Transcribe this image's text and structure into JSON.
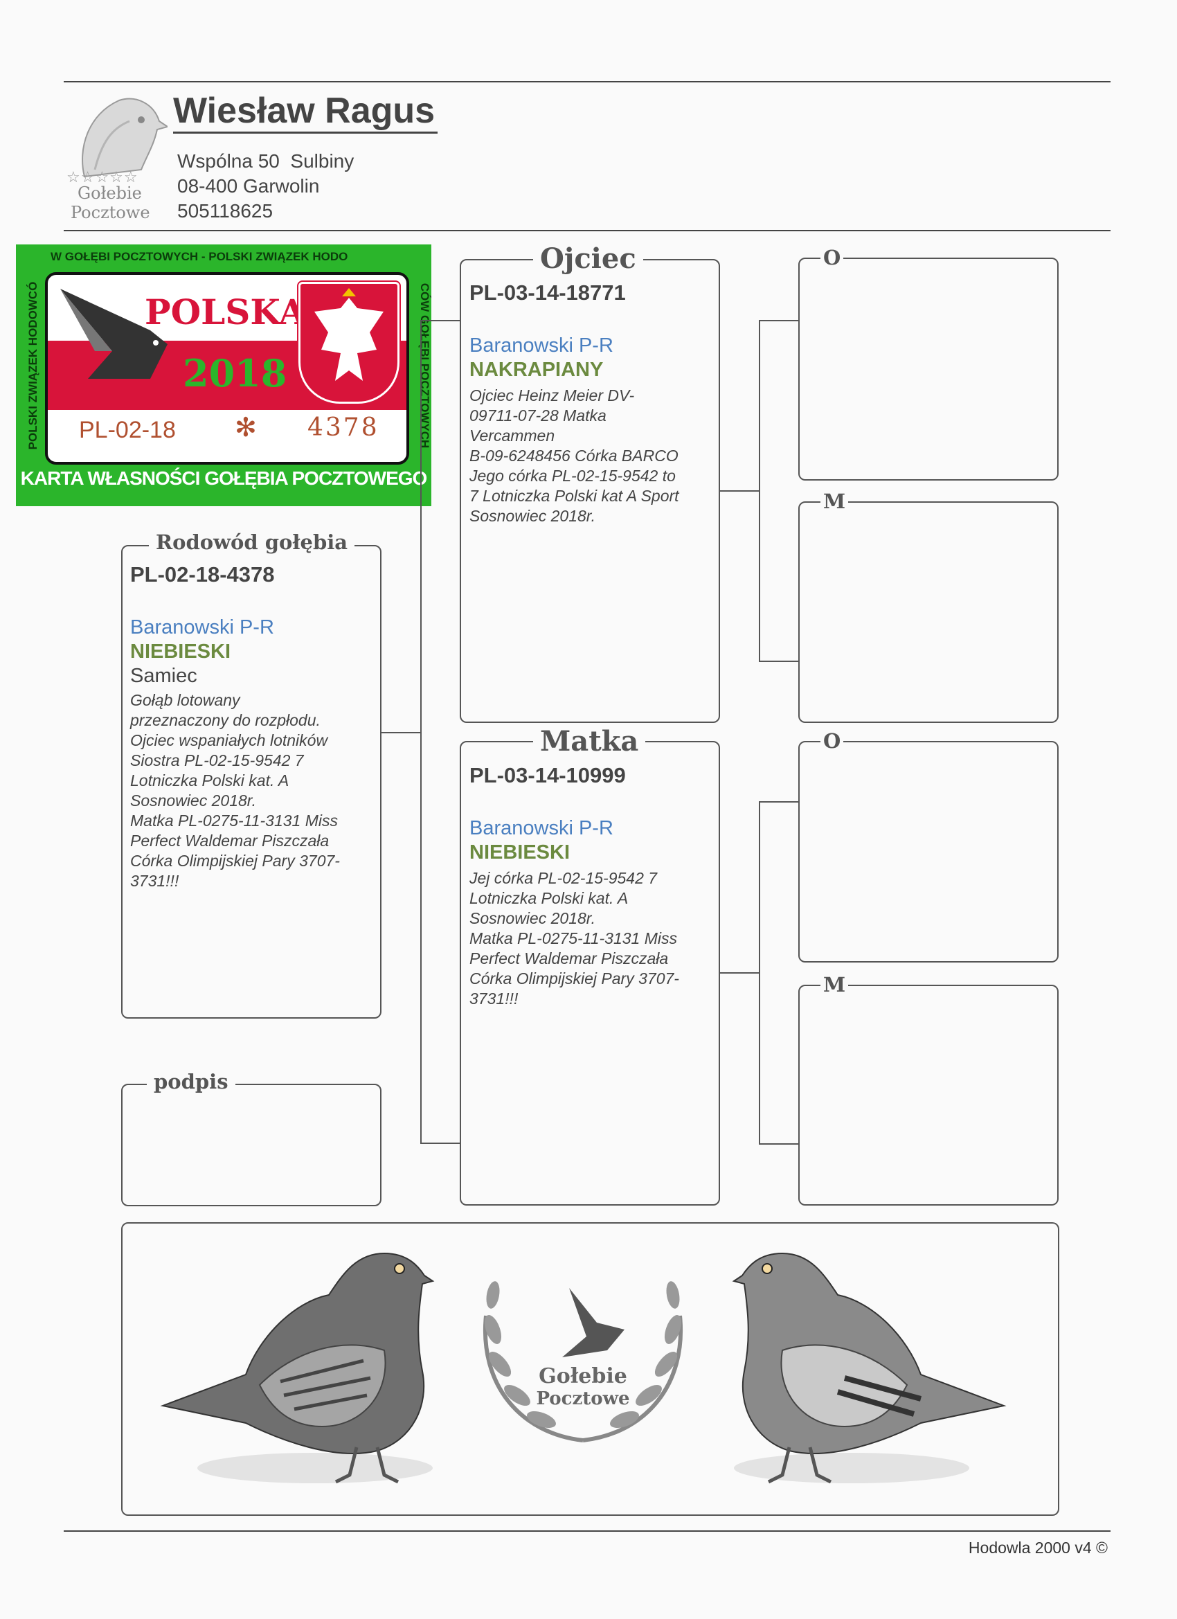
{
  "owner": {
    "name": "Wiesław Ragus",
    "address1": "Wspólna 50  Sulbiny",
    "address2": "08-400 Garwolin",
    "phone": "505118625",
    "logo_text1": "Gołebie",
    "logo_text2": "Pocztowe"
  },
  "card": {
    "border_text_top": "W GOŁĘBI POCZTOWYCH - POLSKI ZWIĄZEK HODO",
    "border_text_left": "POLSKI ZWIĄZEK HODOWCÓ",
    "border_text_right": "CÓW GOŁĘBI POCZTOWYCH",
    "country": "POLSKA",
    "year": "2018",
    "ring_prefix": "PL-02-18",
    "ring_number": "4378",
    "caption": "KARTA WŁASNOŚCI GOŁĘBIA POCZTOWEGO",
    "bg_color": "#2bb52b",
    "red_color": "#d8143a"
  },
  "pigeon": {
    "legend": "Rodowód gołębia",
    "ring": "PL-02-18-4378",
    "breeder": "Baranowski P-R",
    "color": "NIEBIESKI",
    "sex": "Samiec",
    "notes": [
      "Gołąb lotowany",
      "przeznaczony do rozpłodu.",
      "Ojciec wspaniałych lotników",
      "Siostra PL-02-15-9542 7",
      "Lotniczka Polski kat. A",
      "Sosnowiec 2018r.",
      "Matka PL-0275-11-3131 Miss",
      "Perfect Waldemar Piszczała",
      "Córka Olimpijskiej Pary 3707-",
      "3731!!!"
    ]
  },
  "signature": {
    "legend": "podpis"
  },
  "father": {
    "legend": "Ojciec",
    "ring": "PL-03-14-18771",
    "breeder": "Baranowski P-R",
    "color": "NAKRAPIANY",
    "notes": [
      "Ojciec Heinz Meier DV-",
      "09711-07-28 Matka",
      "Vercammen",
      "B-09-6248456 Córka BARCO",
      "Jego córka PL-02-15-9542 to",
      "7 Lotniczka Polski kat A Sport",
      "Sosnowiec 2018r."
    ]
  },
  "mother": {
    "legend": "Matka",
    "ring": "PL-03-14-10999",
    "breeder": "Baranowski P-R",
    "color": "NIEBIESKI",
    "notes": [
      "Jej córka PL-02-15-9542 7",
      "Lotniczka Polski kat. A",
      "Sosnowiec 2018r.",
      "Matka PL-0275-11-3131 Miss",
      "Perfect Waldemar Piszczała",
      "Córka Olimpijskiej Pary 3707-",
      "3731!!!"
    ]
  },
  "grandparents": {
    "ff": "O",
    "fm": "M",
    "mf": "O",
    "mm": "M"
  },
  "footer_logo": {
    "line1": "Gołebie",
    "line2": "Pocztowe"
  },
  "footer": "Hodowla 2000 v4 ©"
}
